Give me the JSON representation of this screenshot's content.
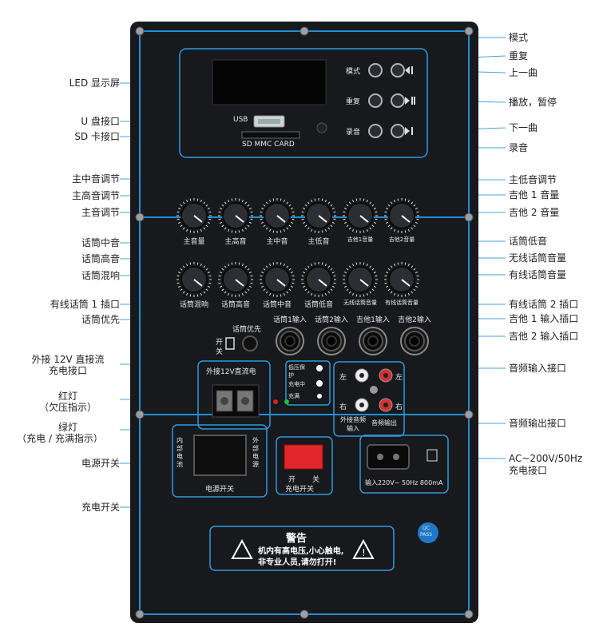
{
  "panel": {
    "screen_usb": "USB",
    "card_label": "SD MMC CARD",
    "btn_mode": "模式",
    "btn_repeat": "重复",
    "btn_record": "录音",
    "knob_labels": [
      "主音量",
      "主高音",
      "主中音",
      "主低音",
      "吉他1音量",
      "吉他2音量"
    ],
    "knob_labels2": [
      "话筒混响",
      "话筒高音",
      "话筒中音",
      "话筒低音",
      "无线话筒音量",
      "有线话筒音量"
    ],
    "mic_inputs": [
      "话筒1输入",
      "话筒2输入",
      "吉他1输入",
      "吉他2输入"
    ],
    "mic_priority": "话筒优先",
    "open": "开",
    "close": "关",
    "dc_title": "外接12V直流电",
    "low_v": "低压保护",
    "charging": "充电中",
    "full": "充满",
    "left": "左",
    "right": "右",
    "aux_in": "外接音频输入",
    "aux_out": "音频输出",
    "internal": "内部电池",
    "external": "外部电源",
    "power_switch": "电源开关",
    "charge_open": "开",
    "charge_close": "关",
    "charge_switch": "充电开关",
    "ac_input": "输入220V~ 50Hz 800mA",
    "warning_title": "警告",
    "warning_line1": "机内有高电压,小心触电,",
    "warning_line2": "非专业人员,请勿打开!",
    "qc": "QC",
    "pass": "PASS"
  },
  "callouts_right": {
    "mode": "模式",
    "repeat": "重复",
    "prev": "上一曲",
    "play": "播放，暂停",
    "next": "下一曲",
    "record": "录音",
    "main_bass": "主低音调节",
    "guitar1_vol": "吉他 1 音量",
    "guitar2_vol": "吉他 2 音量",
    "mic_bass": "话筒低音",
    "wireless_vol": "无线话筒音量",
    "wired_vol": "有线话筒音量",
    "wired_mic2": "有线话筒 2 插口",
    "guitar1_in": "吉他 1 输入插口",
    "guitar2_in": "吉他 2 输入插口",
    "audio_in": "音频输入接口",
    "audio_out": "音频输出接口",
    "ac_line1": "AC~200V/50Hz",
    "ac_line2": "充电接口"
  },
  "callouts_left": {
    "led": "LED 显示屏",
    "usb": "U 盘接口",
    "sd": "SD 卡接口",
    "main_mid": "主中音调节",
    "main_treble": "主高音调节",
    "main_tone": "主音调节",
    "mic_mid": "话筒中音",
    "mic_treble": "话筒高音",
    "mic_reverb": "话筒混响",
    "wired_mic1": "有线话筒 1 插口",
    "mic_priority": "话筒优先",
    "dc_line1": "外接 12V 直接流",
    "dc_line2": "充电接口",
    "red_line1": "红灯",
    "red_line2": "（欠压指示）",
    "green_line1": "绿灯",
    "green_line2": "（充电 / 充满指示）",
    "power_sw": "电源开关",
    "charge_sw": "充电开关"
  },
  "colors": {
    "panel": "#17191c",
    "frame": "#1f8fd6",
    "leader": "#4aa3df",
    "red_switch": "#e3262a"
  }
}
